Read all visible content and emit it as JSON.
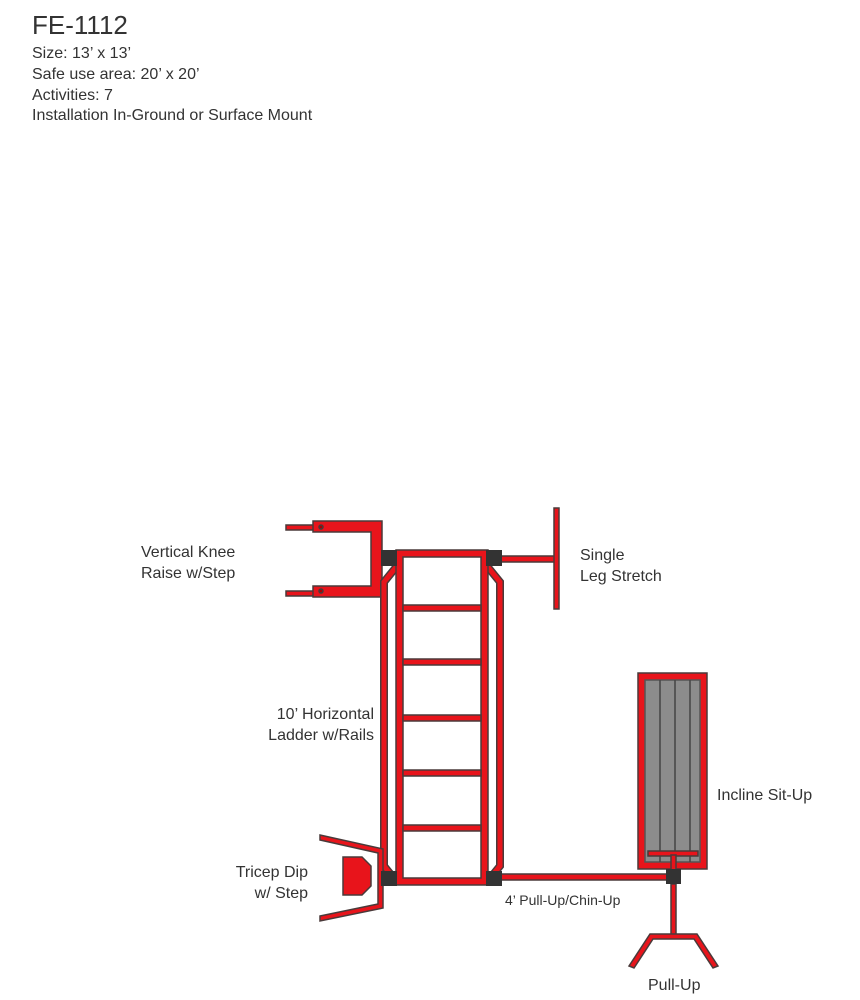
{
  "header": {
    "title": "FE-1112",
    "specs": [
      "Size: 13’ x 13’",
      "Safe use area: 20’ x 20’",
      "Activities: 7",
      "Installation In-Ground or Surface Mount"
    ]
  },
  "labels": {
    "knee_raise": [
      "Vertical Knee",
      "Raise w/Step"
    ],
    "leg_stretch": [
      "Single",
      "Leg Stretch"
    ],
    "ladder": [
      "10’ Horizontal",
      "Ladder w/Rails"
    ],
    "situp": "Incline Sit-Up",
    "tricep": [
      "Tricep Dip",
      "w/ Step"
    ],
    "chinup": "4’ Pull-Up/Chin-Up",
    "pullup": "Pull-Up"
  },
  "colors": {
    "red": "#e8141b",
    "outline": "#4a3a3a",
    "connector": "#333333",
    "bench": "#8c8c8c"
  }
}
